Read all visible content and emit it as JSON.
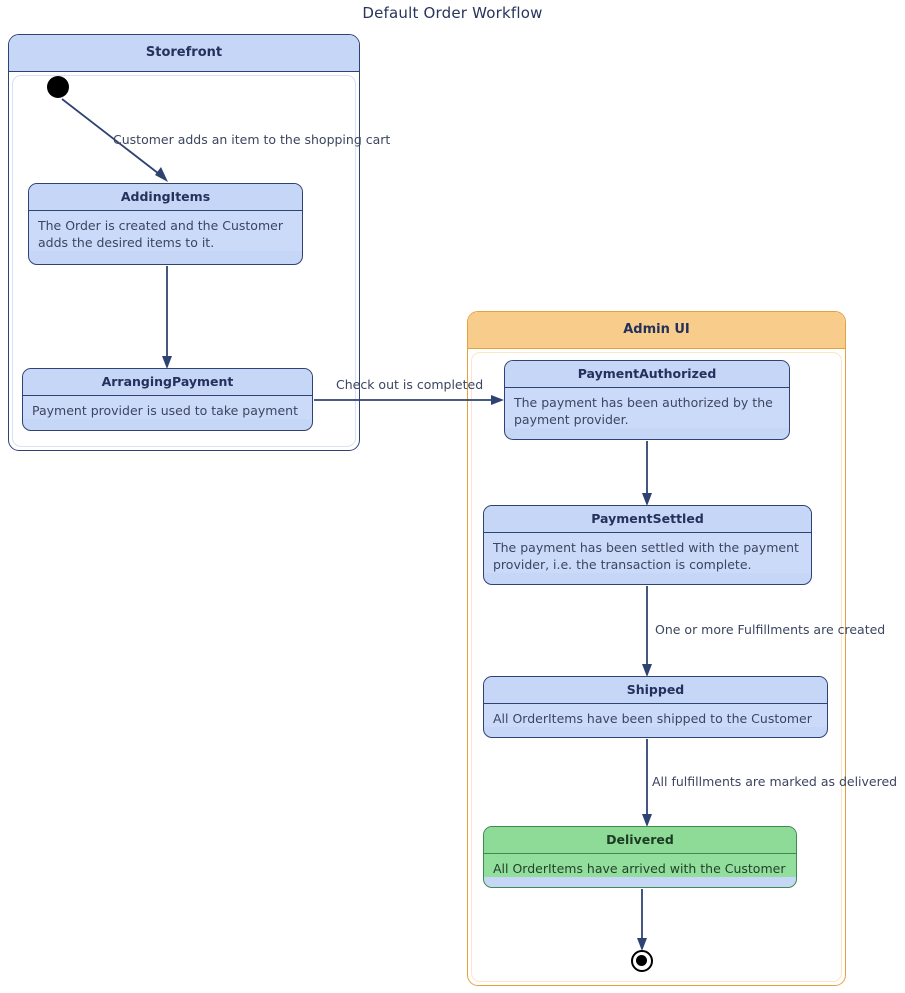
{
  "diagram": {
    "title": "Default Order Workflow",
    "type": "uml-state-diagram",
    "colors": {
      "storefront_header": "#c5d6f7",
      "adminui_header": "#f8cd8b",
      "state_fill": "#c5d6f7",
      "state_border": "#2f4373",
      "delivered_fill": "#8ddb96",
      "delivered_border": "#3f8b4e",
      "edge_stroke": "#2f4373",
      "text": "#24315c"
    }
  },
  "containers": [
    {
      "id": "storefront",
      "label": "Storefront"
    },
    {
      "id": "adminui",
      "label": "Admin UI"
    }
  ],
  "states": {
    "adding_items": {
      "name": "AddingItems",
      "description": "The Order is created and the Customer adds the desired items to it."
    },
    "arranging_payment": {
      "name": "ArrangingPayment",
      "description": "Payment provider is used to take payment"
    },
    "payment_authorized": {
      "name": "PaymentAuthorized",
      "description": "The payment has been authorized by the payment provider."
    },
    "payment_settled": {
      "name": "PaymentSettled",
      "description": "The payment has been settled with the payment provider, i.e. the transaction is complete."
    },
    "shipped": {
      "name": "Shipped",
      "description": "All OrderItems have been shipped to the Customer"
    },
    "delivered": {
      "name": "Delivered",
      "description": "All OrderItems have arrived with the Customer"
    }
  },
  "pseudo_states": {
    "initial": "initial-state-filled-circle",
    "final": "final-state-bullseye-circle"
  },
  "transitions": [
    {
      "from": "initial",
      "to": "AddingItems",
      "label": "Customer adds an item to the shopping cart"
    },
    {
      "from": "AddingItems",
      "to": "ArrangingPayment",
      "label": ""
    },
    {
      "from": "ArrangingPayment",
      "to": "PaymentAuthorized",
      "label": "Check out is completed"
    },
    {
      "from": "PaymentAuthorized",
      "to": "PaymentSettled",
      "label": ""
    },
    {
      "from": "PaymentSettled",
      "to": "Shipped",
      "label": "One or more Fulfillments are created"
    },
    {
      "from": "Shipped",
      "to": "Delivered",
      "label": "All fulfillments are marked as delivered"
    },
    {
      "from": "Delivered",
      "to": "final",
      "label": ""
    }
  ],
  "edge_labels": {
    "add_item": "Customer adds an item to the shopping cart",
    "checkout": "Check out is completed",
    "fulfillment": "One or more Fulfillments are created",
    "delivered": "All fulfillments are marked as delivered"
  }
}
